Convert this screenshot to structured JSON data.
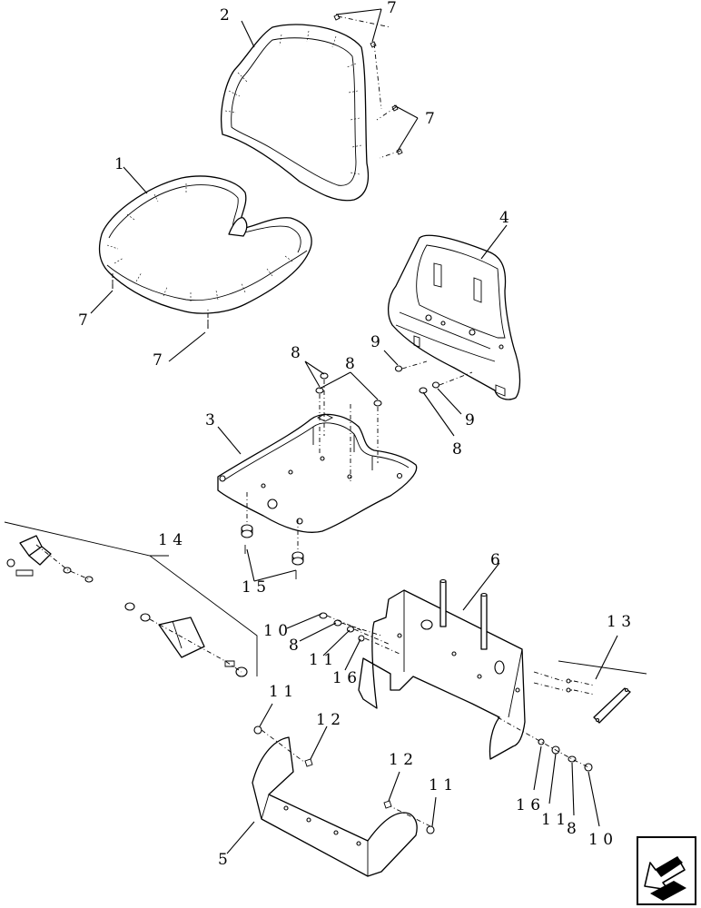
{
  "callouts": {
    "c1": "1",
    "c2": "2",
    "c3": "3",
    "c4": "4",
    "c5": "5",
    "c6": "6",
    "c7a": "7",
    "c7b": "7",
    "c7c": "7",
    "c7d": "7",
    "c8a": "8",
    "c8b": "8",
    "c8c": "8",
    "c8d": "8",
    "c8e": "8",
    "c9a": "9",
    "c9b": "9",
    "c10a": "1 0",
    "c10b": "1 0",
    "c11a": "1 1",
    "c11b": "1 1",
    "c11c": "1 1",
    "c11d": "1 1",
    "c12a": "1 2",
    "c12b": "1 2",
    "c13": "1 3",
    "c14": "1 4",
    "c15": "1 5",
    "c16a": "1 6",
    "c16b": "1 6"
  },
  "icons": {
    "nav": "arrow-icon"
  }
}
